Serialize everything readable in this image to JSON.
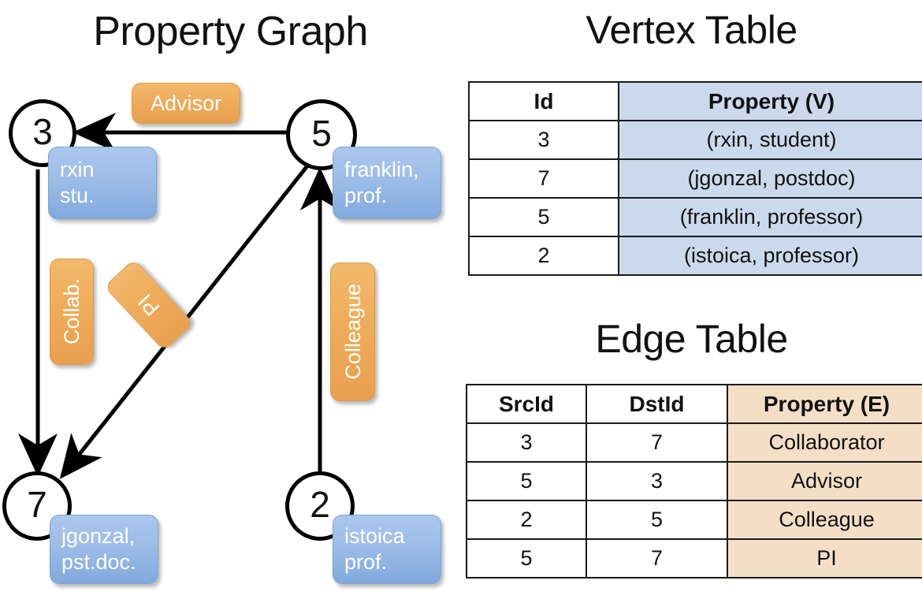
{
  "titles": {
    "property_graph": "Property Graph",
    "vertex_table": "Vertex Table",
    "edge_table": "Edge Table"
  },
  "graph": {
    "vertices": [
      {
        "id": "3",
        "property_label": "rxin\nstu.",
        "line1": "rxin",
        "line2": "stu."
      },
      {
        "id": "5",
        "property_label": "franklin,\nprof.",
        "line1": "franklin,",
        "line2": "prof."
      },
      {
        "id": "7",
        "property_label": "jgonzal,\npst.doc.",
        "line1": "jgonzal,",
        "line2": "pst.doc."
      },
      {
        "id": "2",
        "property_label": "istoica\nprof.",
        "line1": "istoica",
        "line2": "prof."
      }
    ],
    "edge_labels": [
      {
        "name": "advisor",
        "text": "Advisor",
        "orientation": "horizontal"
      },
      {
        "name": "collab",
        "text": "Collab.",
        "orientation": "vertical"
      },
      {
        "name": "pi",
        "text": "PI",
        "orientation": "rotated"
      },
      {
        "name": "colleague",
        "text": "Colleague",
        "orientation": "vertical"
      }
    ]
  },
  "vertex_table": {
    "columns": [
      "Id",
      "Property (V)"
    ],
    "rows": [
      {
        "id": "3",
        "property": "(rxin, student)"
      },
      {
        "id": "7",
        "property": "(jgonzal, postdoc)"
      },
      {
        "id": "5",
        "property": "(franklin, professor)"
      },
      {
        "id": "2",
        "property": "(istoica, professor)"
      }
    ]
  },
  "edge_table": {
    "columns": [
      "SrcId",
      "DstId",
      "Property (E)"
    ],
    "rows": [
      {
        "src": "3",
        "dst": "7",
        "property": "Collaborator"
      },
      {
        "src": "5",
        "dst": "3",
        "property": "Advisor"
      },
      {
        "src": "2",
        "dst": "5",
        "property": "Colleague"
      },
      {
        "src": "5",
        "dst": "7",
        "property": "PI"
      }
    ]
  },
  "colors": {
    "vertex_property_fill": "#ccd9ed",
    "edge_property_fill": "#f4dfc6",
    "vertex_box_blue": "#9dbde8",
    "edge_box_orange": "#eeab5a",
    "stroke": "#000000"
  }
}
